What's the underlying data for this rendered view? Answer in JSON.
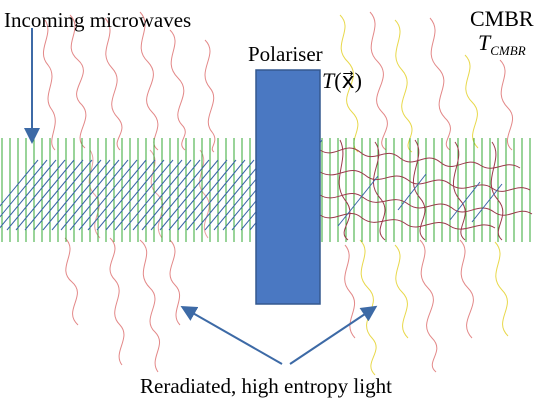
{
  "labels": {
    "incoming": "Incoming microwaves",
    "cmbr": "CMBR",
    "tcmbr_main": "T",
    "tcmbr_sub": "CMBR",
    "polariser": "Polariser",
    "transmission_fn": "T",
    "transmission_arg": "(x⃗)",
    "reradiated": "Reradiated, high entropy light"
  },
  "colors": {
    "beam_lines": "#33aa33",
    "polarised_hatch": "#3a64a8",
    "polariser_fill": "#4a78c2",
    "polariser_border": "#34588f",
    "arrow": "#3d6aa6",
    "reradiated_left": "#e07a7a",
    "reradiated_right": "#e8d84a",
    "scatter_wave": "#9a3a4a"
  }
}
